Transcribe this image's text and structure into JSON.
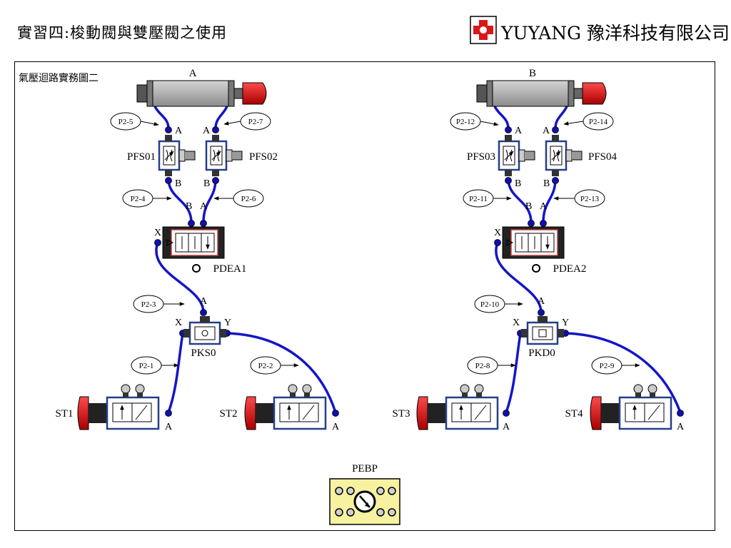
{
  "header": {
    "title": "實習四:梭動閥與雙壓閥之使用",
    "brand": "YUYANG 豫洋科技有限公司"
  },
  "diagram": {
    "subtitle": "氣壓迴路實務圖二",
    "left": {
      "cylinder": "A",
      "fc_left": "PFS01",
      "fc_right": "PFS02",
      "pilot_valve": "PDEA1",
      "logic_valve": "PKS0",
      "start_left": "ST1",
      "start_right": "ST2",
      "tags": [
        "P2-5",
        "P2-7",
        "P2-4",
        "P2-6",
        "P2-3",
        "P2-1",
        "P2-2"
      ]
    },
    "right": {
      "cylinder": "B",
      "fc_left": "PFS03",
      "fc_right": "PFS04",
      "pilot_valve": "PDEA2",
      "logic_valve": "PKD0",
      "start_left": "ST3",
      "start_right": "ST4",
      "tags": [
        "P2-12",
        "P2-14",
        "P2-11",
        "P2-13",
        "P2-10",
        "P2-8",
        "P2-9"
      ]
    },
    "port_labels": {
      "A": "A",
      "B": "B",
      "X": "X",
      "Y": "Y"
    },
    "supply": "PEBP"
  },
  "colors": {
    "tube": "#1515c8",
    "cap": "#d81010",
    "valve_outline": "#24408a",
    "panel": "#f6f2a0"
  }
}
